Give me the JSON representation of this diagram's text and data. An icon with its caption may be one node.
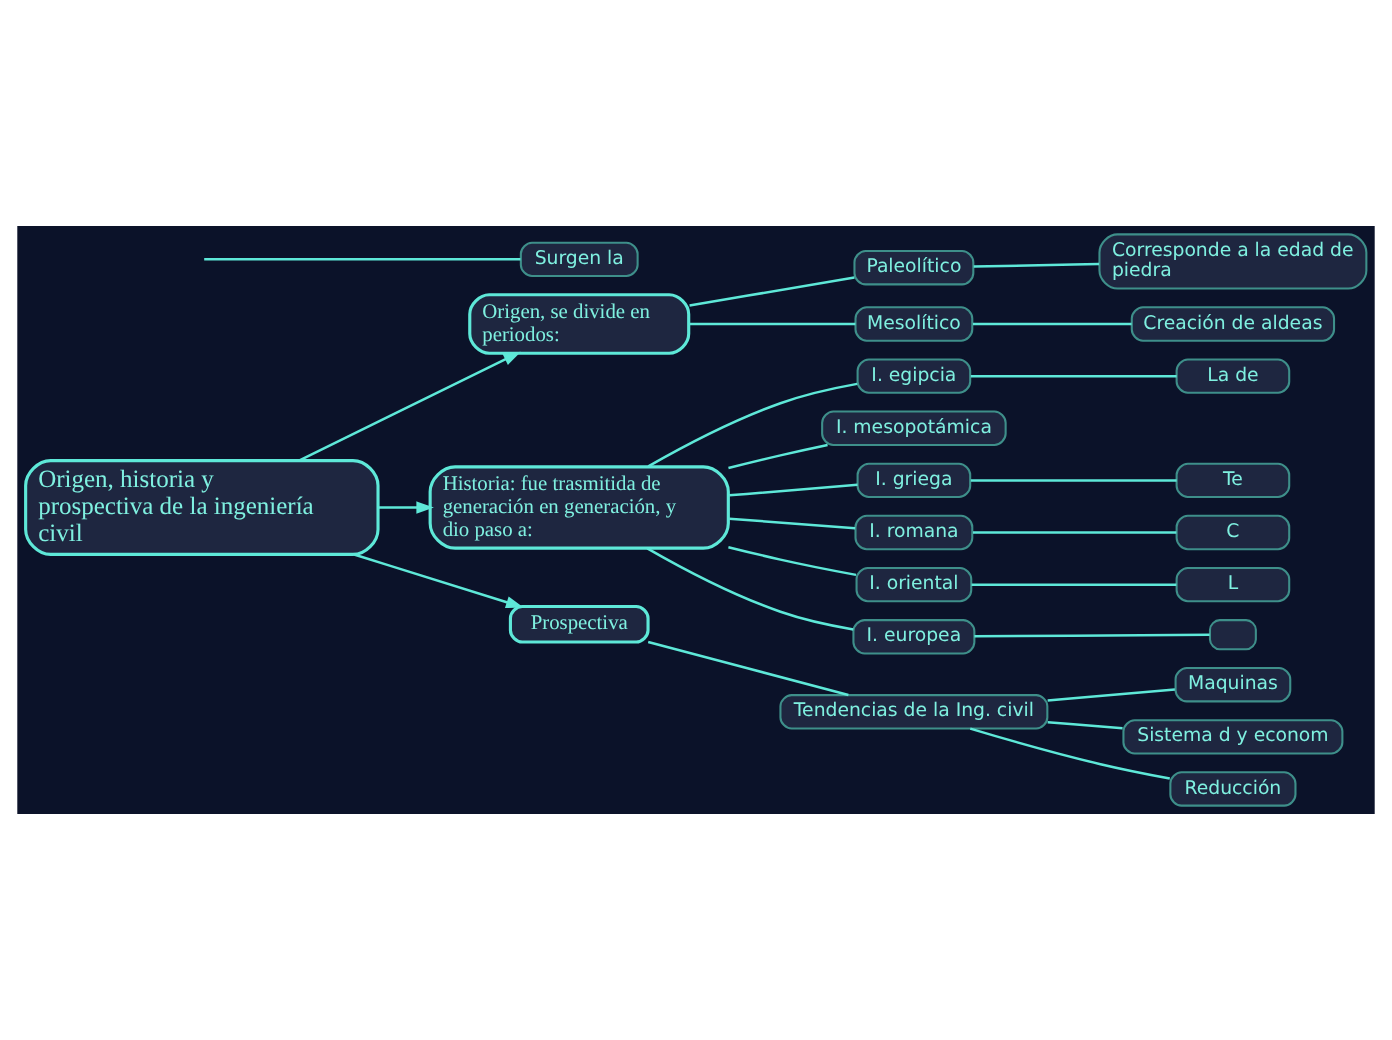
{
  "diagram": {
    "nodes": [
      {
        "text": [
          "Origen, historia y prospectiva de la ingeniería civil"
        ]
      },
      {
        "text": [
          "Origen, se divide en periodos:"
        ]
      },
      {
        "text": [
          "Paleolítico"
        ]
      },
      {
        "text": [
          "Mesolítico"
        ]
      },
      {
        "text": [
          "Corresponde a la edad de piedra"
        ]
      },
      {
        "text": [
          "Creación de aldeas"
        ]
      },
      {
        "text": [
          "Surgen la"
        ]
      },
      {
        "text": [
          "Historia: fue trasmitida de generación en generación, y dio paso a:"
        ]
      },
      {
        "text": [
          "I. egipcia"
        ]
      },
      {
        "text": [
          "I. mesopotámica"
        ]
      },
      {
        "text": [
          "I. griega"
        ]
      },
      {
        "text": [
          "I. romana"
        ]
      },
      {
        "text": [
          "I. oriental"
        ]
      },
      {
        "text": [
          "I. europea"
        ]
      },
      {
        "text": [
          "La de"
        ]
      },
      {
        "text": [
          "Te"
        ]
      },
      {
        "text": [
          "C"
        ]
      },
      {
        "text": [
          "L"
        ]
      },
      {
        "text": [],
        "shape": "box"
      },
      {
        "text": [
          "Prospectiva"
        ]
      },
      {
        "text": [
          "Tendencias de la Ing. civil"
        ]
      },
      {
        "text": [
          "Maquinas"
        ]
      },
      {
        "text": [
          "Sistema d y econom"
        ]
      },
      {
        "text": [
          "Reducción"
        ]
      }
    ],
    "edges": [
      {
        "from": 0,
        "to": 1,
        "arrow": "to"
      },
      {
        "from": 0,
        "to": 7,
        "arrow": "to"
      },
      {
        "from": 0,
        "to": 19,
        "arrow": "to"
      },
      {
        "from": 1,
        "to": 2,
        "arrow": "none"
      },
      {
        "from": 1,
        "to": 3,
        "arrow": "none"
      },
      {
        "from": 2,
        "to": 4,
        "arrow": "none"
      },
      {
        "from": 3,
        "to": 5,
        "arrow": "none"
      },
      {
        "from": null,
        "to": 6,
        "arrow": "none"
      },
      {
        "from": 7,
        "to": 8,
        "arrow": "none"
      },
      {
        "from": 7,
        "to": 9,
        "arrow": "none"
      },
      {
        "from": 7,
        "to": 10,
        "arrow": "none"
      },
      {
        "from": 7,
        "to": 11,
        "arrow": "none"
      },
      {
        "from": 7,
        "to": 12,
        "arrow": "none"
      },
      {
        "from": 7,
        "to": 13,
        "arrow": "none"
      },
      {
        "from": 8,
        "to": 14,
        "arrow": "none"
      },
      {
        "from": 10,
        "to": 15,
        "arrow": "none"
      },
      {
        "from": 11,
        "to": 16,
        "arrow": "none"
      },
      {
        "from": 12,
        "to": 17,
        "arrow": "none"
      },
      {
        "from": 13,
        "to": 18,
        "arrow": "none"
      },
      {
        "from": 19,
        "to": 20,
        "arrow": "none"
      },
      {
        "from": 20,
        "to": 21,
        "arrow": "none"
      },
      {
        "from": 20,
        "to": 22,
        "arrow": "none"
      },
      {
        "from": 20,
        "to": 23,
        "arrow": "none"
      }
    ]
  }
}
